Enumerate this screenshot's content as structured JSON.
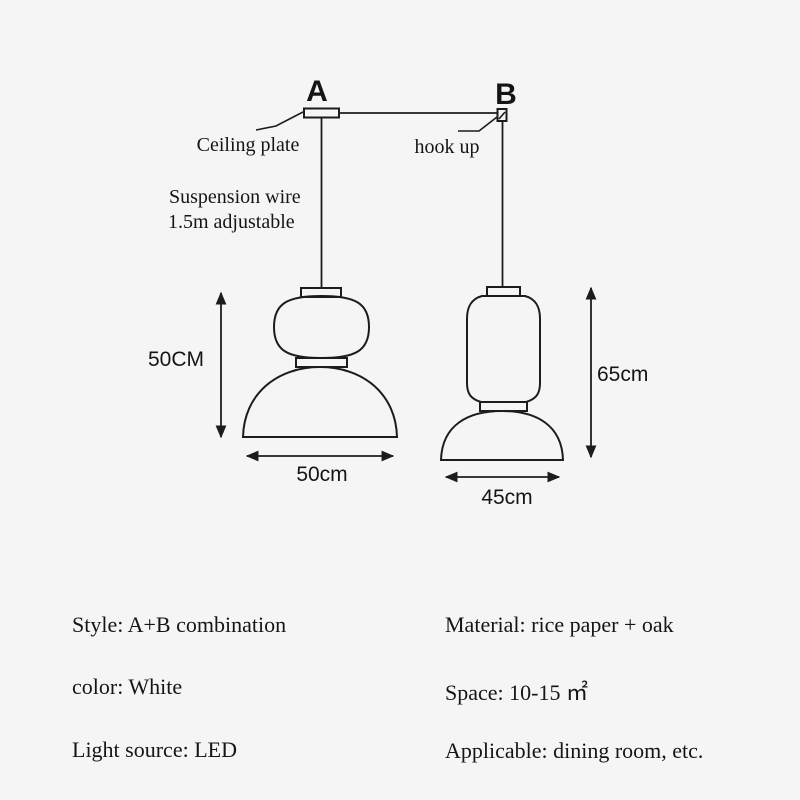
{
  "colors": {
    "background": "#f5f5f5",
    "line": "#1c1c1c",
    "text": "#151515"
  },
  "diagram": {
    "pendant_a_label": "A",
    "pendant_b_label": "B",
    "ceiling_plate_label": "Ceiling plate",
    "hook_up_label": "hook up",
    "suspension_wire_line1": "Suspension wire",
    "suspension_wire_line2": "1.5m adjustable",
    "pendant_a": {
      "height_label": "50CM",
      "width_label": "50cm"
    },
    "pendant_b": {
      "height_label": "65cm",
      "width_label": "45cm"
    }
  },
  "specs": {
    "style": "Style: A+B combination",
    "color": "color: White",
    "light_source": "Light source: LED",
    "material": "Material: rice paper + oak",
    "space": "Space: 10-15 ㎡",
    "applicable": "Applicable: dining room, etc."
  }
}
